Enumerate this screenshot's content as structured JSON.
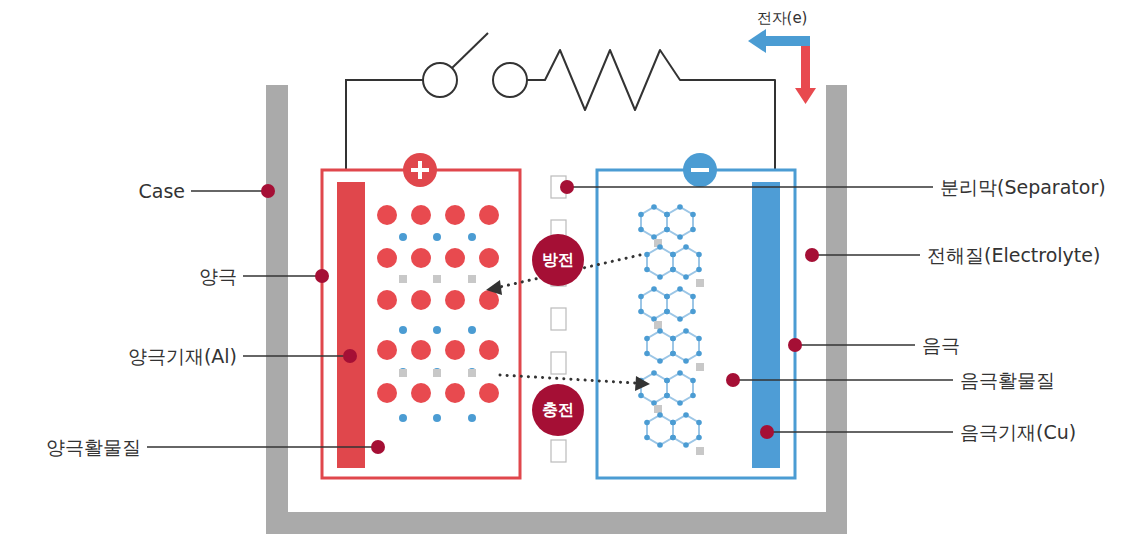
{
  "diagram": {
    "nodes": [
      {
        "text": [
          "방전"
        ]
      },
      {
        "text": [
          "충전"
        ]
      }
    ],
    "labels": [
      "전자(e)",
      "Case",
      "분리막(Separator)",
      "양극",
      "전해질(Electrolyte)",
      "양극기재(Al)",
      "음극",
      "음극활물질",
      "양극활물질",
      "음극기재(Cu)"
    ]
  }
}
